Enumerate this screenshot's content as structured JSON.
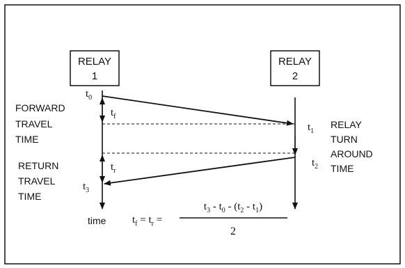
{
  "relay1": {
    "line1": "RELAY",
    "line2": "1"
  },
  "relay2": {
    "line1": "RELAY",
    "line2": "2"
  },
  "labels": {
    "forward": [
      "FORWARD",
      "TRAVEL",
      "TIME"
    ],
    "return": [
      "RETURN",
      "TRAVEL",
      "TIME"
    ],
    "turnaround": [
      "RELAY",
      "TURN",
      "AROUND",
      "TIME"
    ],
    "time_axis": "time"
  },
  "times": {
    "t0": {
      "base": "t",
      "sub": "0"
    },
    "t1": {
      "base": "t",
      "sub": "1"
    },
    "t2": {
      "base": "t",
      "sub": "2"
    },
    "t3": {
      "base": "t",
      "sub": "3"
    },
    "tf": {
      "base": "t",
      "sub": "f"
    },
    "tr": {
      "base": "t",
      "sub": "r"
    }
  },
  "formula": {
    "lhs": "t_f = t_r =",
    "numerator": "t_3 - t_0 - (t_2 - t_1)",
    "denominator": "2"
  },
  "colors": {
    "ink": "#111111",
    "background": "#ffffff"
  }
}
